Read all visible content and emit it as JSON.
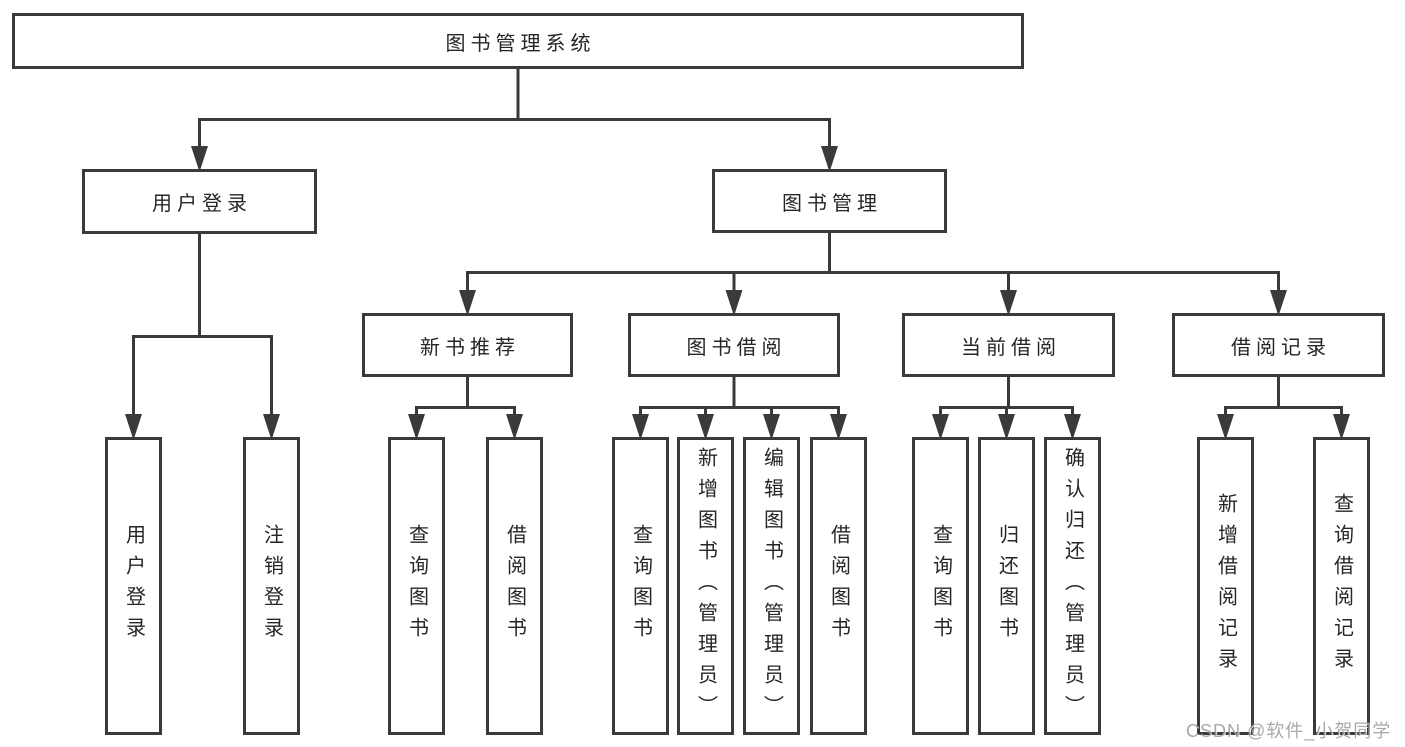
{
  "diagram": {
    "title": "图书管理系统",
    "root": "图书管理系统",
    "level2": {
      "user_login": "用户登录",
      "book_management": "图书管理"
    },
    "level3": {
      "new_books": "新书推荐",
      "book_borrowing": "图书借阅",
      "current_borrowing": "当前借阅",
      "borrowing_records": "借阅记录"
    },
    "leaves": {
      "user_login": [
        "用户登录",
        "注销登录"
      ],
      "new_books": [
        "查询图书",
        "借阅图书"
      ],
      "book_borrowing": [
        "查询图书",
        "新增图书（管理员）",
        "编辑图书（管理员）",
        "借阅图书"
      ],
      "current_borrowing": [
        "查询图书",
        "归还图书",
        "确认归还（管理员）"
      ],
      "borrowing_records": [
        "新增借阅记录",
        "查询借阅记录"
      ]
    }
  },
  "watermark": "CSDN @软件_小贺同学",
  "colors": {
    "line": "#3a3a3a",
    "box_border": "#3a3a3a",
    "text": "#262626",
    "watermark_text": "#9a9a9a",
    "background": "#ffffff"
  }
}
